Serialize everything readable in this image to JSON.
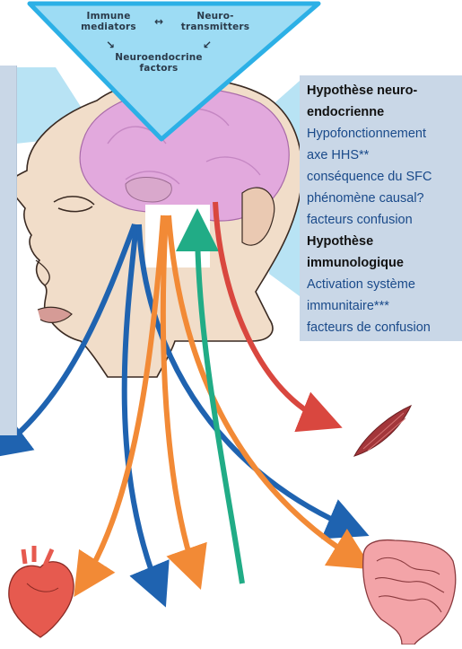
{
  "triangle": {
    "immune": [
      "Immune",
      "mediators"
    ],
    "neuro": [
      "Neuro-",
      "transmitters"
    ],
    "neuroendocrine": [
      "Neuroendocrine",
      "factors"
    ],
    "arrow_lr": "↔",
    "arrow_dl": "↘",
    "arrow_dr": "↙"
  },
  "info": {
    "lines": [
      {
        "text": "Hypothèse neuro-",
        "style": "bold"
      },
      {
        "text": "endocrienne",
        "style": "bold"
      },
      {
        "text": "Hypofonctionnement",
        "style": "blue"
      },
      {
        "text": "axe HHS**",
        "style": "blue"
      },
      {
        "text": "conséquence du SFC",
        "style": "blue"
      },
      {
        "text": "phénomène causal?",
        "style": "blue"
      },
      {
        "text": "facteurs confusion",
        "style": "blue"
      },
      {
        "text": "Hypothèse",
        "style": "bold"
      },
      {
        "text": "immunologique",
        "style": "bold"
      },
      {
        "text": "Activation système",
        "style": "blue"
      },
      {
        "text": "immunitaire***",
        "style": "blue"
      },
      {
        "text": "facteurs de confusion",
        "style": "blue"
      }
    ]
  },
  "colors": {
    "triangle_fill": "#9ddcf4",
    "triangle_stroke": "#2cb0e6",
    "info_box": "#c9d7e7",
    "brain": "#e2a9dd",
    "skin": "#f1ddc9",
    "blue_arrow": "#1f63b0",
    "orange_arrow": "#f28a36",
    "green_arrow": "#21ac86",
    "red_arrow": "#d9473f"
  }
}
